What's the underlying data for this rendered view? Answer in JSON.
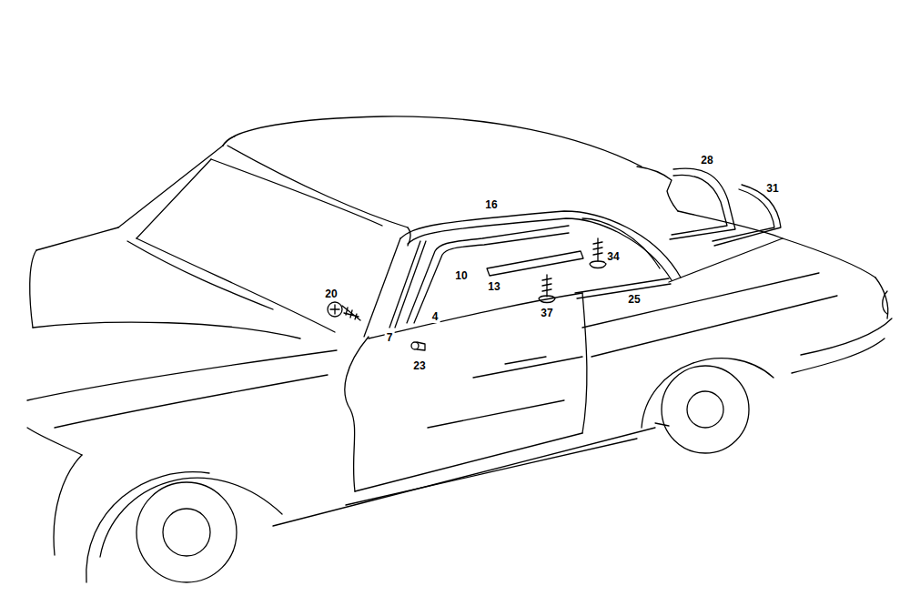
{
  "diagram": {
    "labels": [
      "28",
      "31",
      "16",
      "34",
      "10",
      "13",
      "25",
      "20",
      "37",
      "4",
      "7",
      "23"
    ]
  }
}
